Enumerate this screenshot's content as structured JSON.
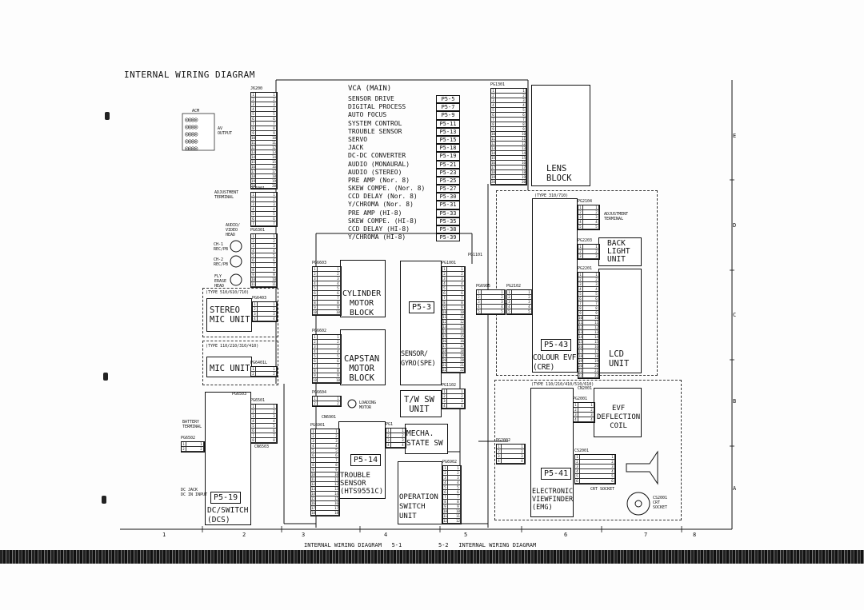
{
  "title": "INTERNAL WIRING DIAGRAM",
  "footer": {
    "left": "INTERNAL WIRING DIAGRAM   5-1",
    "right": "5-2   INTERNAL WIRING DIAGRAM"
  },
  "grid_columns": [
    "1",
    "2",
    "3",
    "4",
    "5",
    "6",
    "7",
    "8"
  ],
  "grid_rows": [
    "E",
    "D",
    "C",
    "B",
    "A"
  ],
  "vca": {
    "heading": "VCA (MAIN)",
    "items": [
      {
        "label": "SENSOR DRIVE",
        "ref": "P5-5"
      },
      {
        "label": "DIGITAL PROCESS",
        "ref": "P5-7"
      },
      {
        "label": "AUTO FOCUS",
        "ref": "P5-9"
      },
      {
        "label": "SYSTEM CONTROL",
        "ref": "P5-11"
      },
      {
        "label": "TROUBLE SENSOR",
        "ref": "P5-13"
      },
      {
        "label": "SERVO",
        "ref": "P5-15"
      },
      {
        "label": "JACK",
        "ref": "P5-18"
      },
      {
        "label": "DC-DC CONVERTER",
        "ref": "P5-19"
      },
      {
        "label": "AUDIO (MONAURAL)",
        "ref": "P5-21"
      },
      {
        "label": "AUDIO (STEREO)",
        "ref": "P5-23"
      },
      {
        "label": "PRE AMP (Nor. 8)",
        "ref": "P5-25"
      },
      {
        "label": "SKEW COMPE. (Nor. 8)",
        "ref": "P5-27"
      },
      {
        "label": "CCD DELAY (Nor. 8)",
        "ref": "P5-30"
      },
      {
        "label": "Y/CHROMA (Nor. 8)",
        "ref": "P5-31"
      },
      {
        "label": "PRE AMP (HI-8)",
        "ref": "P5-33"
      },
      {
        "label": "SKEW COMPE. (HI-8)",
        "ref": "P5-35"
      },
      {
        "label": "CCD DELAY (HI-8)",
        "ref": "P5-38"
      },
      {
        "label": "Y/CHROMA (HI-8)",
        "ref": "P5-39"
      }
    ]
  },
  "blocks": {
    "lens": "LENS\nBLOCK",
    "back_light": "BACK\nLIGHT\nUNIT",
    "lcd": "LCD\nUNIT",
    "colour_evf": "COLOUR EVF\n(CRE)",
    "colour_evf_ref": "P5-43",
    "type_310": "(TYPE 310/710)",
    "adjustment_terminal": "ADJUSTMENT\nTERMINAL",
    "type_110": "(TYPE 110/210/410/510/610)",
    "evf_coil": "EVF\nDEFLECTION\nCOIL",
    "evf": "ELECTRONIC\nVIEWFINDER\n(EMG)",
    "evf_ref": "P5-41",
    "crt_socket": "CRT SOCKET",
    "cs_crt_socket": "CS2001\nCRT\nSOCKET",
    "type_stereo": "(TYPE 510/610/710)",
    "stereo_mic": "STEREO\nMIC UNIT",
    "type_mono": "(TYPE 110/210/310/410)",
    "mic": "MIC UNIT",
    "cylinder": "CYLINDER\nMOTOR\nBLOCK",
    "capstan": "CAPSTAN\nMOTOR\nBLOCK",
    "sensor_gyro": "SENSOR/\nGYRO(SPE)",
    "sensor_gyro_ref": "P5-3",
    "tw_sw": "T/W SW\nUNIT",
    "mecha_sw": "MECHA.\nSTATE SW",
    "trouble_sensor": "TROUBLE\nSENSOR\n(HTS9551C)",
    "trouble_ref": "P5-14",
    "operation_sw": "OPERATION\nSWITCH\nUNIT",
    "dc_switch": "DC/SWITCH\n(DCS)",
    "dc_switch_ref": "P5-19",
    "loading_motor": "LOADING\nMOTOR",
    "battery_terminal": "BATTERY\nTERMINAL",
    "dc_jack": "DC JACK\nDC IN INPUT",
    "av_label": "AV\nOUTPUT",
    "audio_video_head": "AUDIO/\nVIDEO\nHEAD",
    "ch1": "CH-1\nREC/PB",
    "ch2": "CH-2\nREC/PB",
    "fe_head": "FLY\nERASE\nHEAD",
    "keypad_label": "ACM",
    "terminal_label": "ADJUSTMENT\nTERMINAL"
  },
  "connectors": [
    {
      "id": "J6200",
      "pins": 20
    },
    {
      "id": "PG6001",
      "pins": 7
    },
    {
      "id": "PG6301",
      "pins": 11
    },
    {
      "id": "PG6403",
      "pins": 4
    },
    {
      "id": "PG6401L",
      "pins": 2
    },
    {
      "id": "PG6603",
      "pins": 10
    },
    {
      "id": "PG6602",
      "pins": 10
    },
    {
      "id": "PG6604",
      "pins": 2
    },
    {
      "id": "PG1001",
      "pins": 22
    },
    {
      "id": "PG1101",
      "pins": 0
    },
    {
      "id": "PG1102",
      "pins": 4
    },
    {
      "id": "PG6501",
      "pins": 8
    },
    {
      "id": "PG6503",
      "pins": 0
    },
    {
      "id": "PG6502",
      "pins": 2
    },
    {
      "id": "CN6503",
      "pins": 0
    },
    {
      "id": "PG6901",
      "pins": 18
    },
    {
      "id": "CN6901",
      "pins": 0
    },
    {
      "id": "PG1",
      "pins": 4
    },
    {
      "id": "PG6902",
      "pins": 12
    },
    {
      "id": "PG1301",
      "pins": 20
    },
    {
      "id": "PG2104",
      "pins": 5
    },
    {
      "id": "PG2203",
      "pins": 3
    },
    {
      "id": "PG2201",
      "pins": 22
    },
    {
      "id": "PG6905",
      "pins": 5
    },
    {
      "id": "PG2102",
      "pins": 5
    },
    {
      "id": "PG2001",
      "pins": 4
    },
    {
      "id": "CN2001",
      "pins": 0
    },
    {
      "id": "PG2002",
      "pins": 4
    },
    {
      "id": "CS2001",
      "pins": 6
    }
  ]
}
